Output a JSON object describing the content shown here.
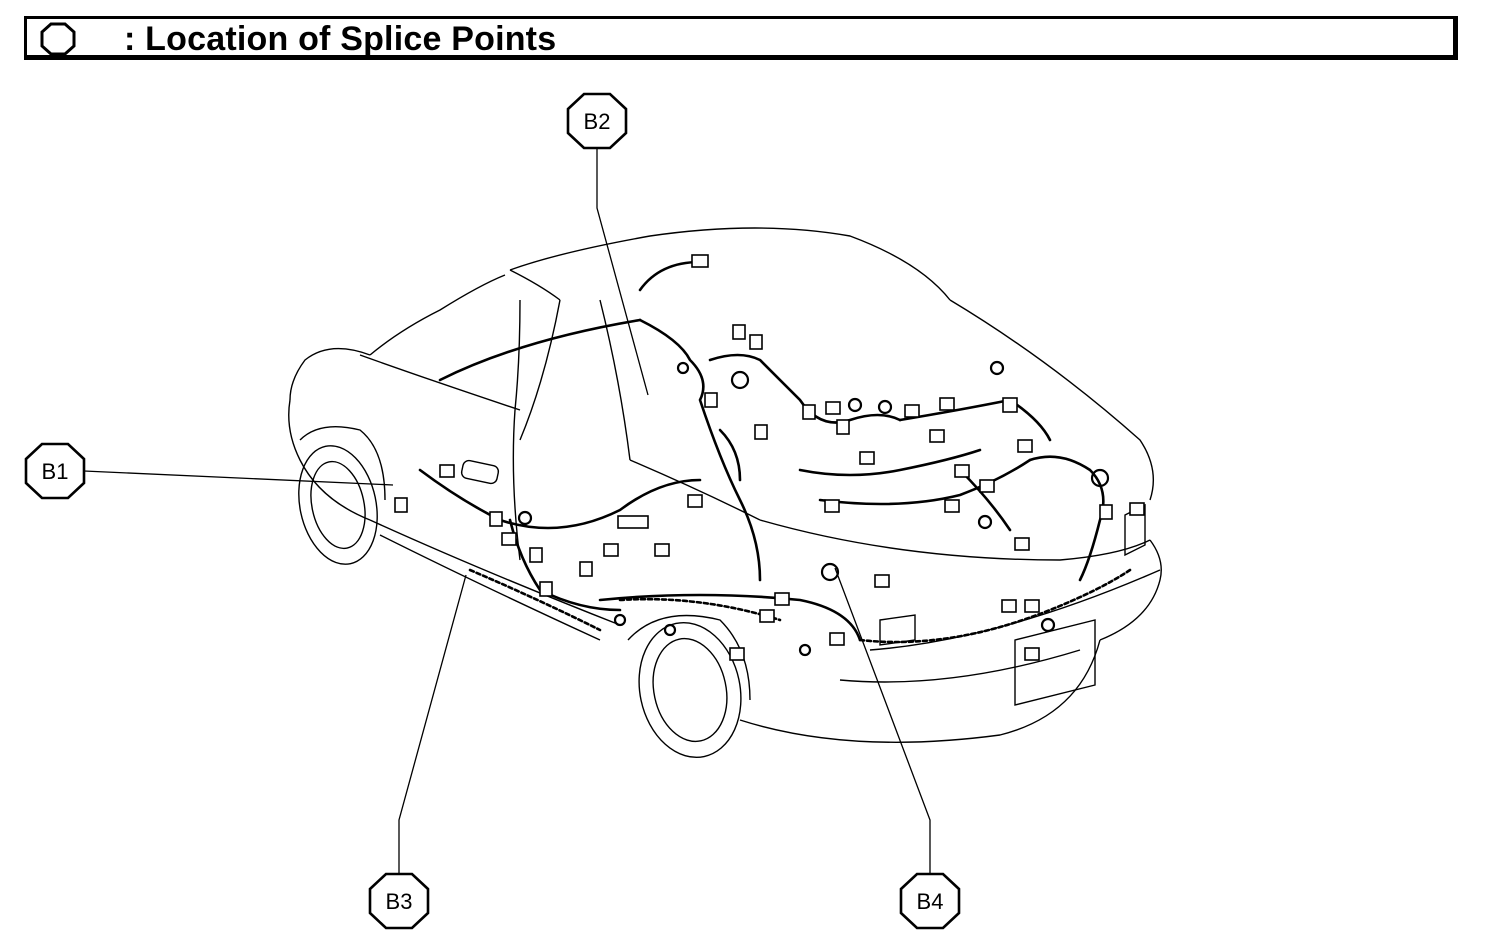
{
  "header": {
    "title": ": Location of Splice Points",
    "icon": "octagon-icon"
  },
  "splice_points": [
    {
      "id": "b1",
      "label": "B1"
    },
    {
      "id": "b2",
      "label": "B2"
    },
    {
      "id": "b3",
      "label": "B3"
    },
    {
      "id": "b4",
      "label": "B4"
    }
  ],
  "colors": {
    "ink": "#000000",
    "background": "#ffffff"
  }
}
